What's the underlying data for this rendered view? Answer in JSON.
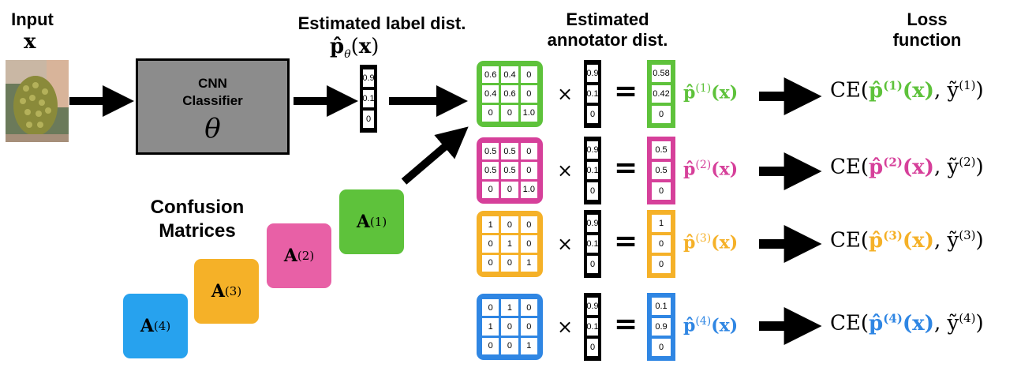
{
  "headers": {
    "input": "Input",
    "input_var": "x",
    "label_dist": "Estimated label dist.",
    "label_dist_math": "p̂θ(x)",
    "annotator_dist": "Estimated annotator dist.",
    "loss": "Loss function"
  },
  "cnn": {
    "line1": "CNN",
    "line2": "Classifier",
    "theta": "θ"
  },
  "label_vector": [
    "0.9",
    "0.1",
    "0"
  ],
  "confusion_title": "Confusion Matrices",
  "operators": {
    "times": "×",
    "equals": "="
  },
  "rows": [
    {
      "id": "1",
      "color": "#5ec23b",
      "matrix": [
        "0.6",
        "0.4",
        "0",
        "0.4",
        "0.6",
        "0",
        "0",
        "0",
        "1.0"
      ],
      "output": [
        "0.58",
        "0.42",
        "0"
      ],
      "p_label": "p̂",
      "ce_prefix": "CE(",
      "ce_suffix": ", ỹ"
    },
    {
      "id": "2",
      "color": "#d6409a",
      "matrix": [
        "0.5",
        "0.5",
        "0",
        "0.5",
        "0.5",
        "0",
        "0",
        "0",
        "1.0"
      ],
      "output": [
        "0.5",
        "0.5",
        "0"
      ],
      "p_label": "p̂",
      "ce_prefix": "CE(",
      "ce_suffix": ", ỹ"
    },
    {
      "id": "3",
      "color": "#f5b128",
      "matrix": [
        "1",
        "0",
        "0",
        "0",
        "1",
        "0",
        "0",
        "0",
        "1"
      ],
      "output": [
        "1",
        "0",
        "0"
      ],
      "p_label": "p̂",
      "ce_prefix": "CE(",
      "ce_suffix": ", ỹ"
    },
    {
      "id": "4",
      "color": "#2f86e3",
      "matrix": [
        "0",
        "1",
        "0",
        "1",
        "0",
        "0",
        "0",
        "0",
        "1"
      ],
      "output": [
        "0.1",
        "0.9",
        "0"
      ],
      "p_label": "p̂",
      "ce_prefix": "CE(",
      "ce_suffix": ", ỹ"
    }
  ],
  "confusion_cards": [
    {
      "id": "1",
      "label": "A",
      "color": "#5ec23b"
    },
    {
      "id": "2",
      "label": "A",
      "color": "#e860a6"
    },
    {
      "id": "3",
      "label": "A",
      "color": "#f5b128"
    },
    {
      "id": "4",
      "label": "A",
      "color": "#27a2ee"
    }
  ]
}
